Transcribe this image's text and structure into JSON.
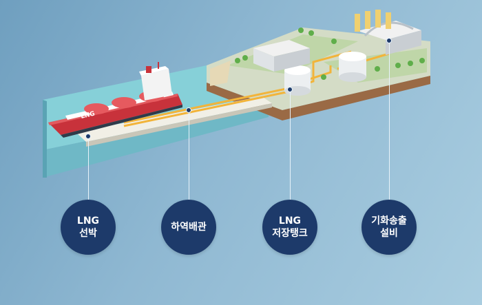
{
  "ship": {
    "hull_text": "LNG"
  },
  "callouts": [
    {
      "line1": "LNG",
      "line2": "선박"
    },
    {
      "line1": "하역배관",
      "line2": ""
    },
    {
      "line1": "LNG",
      "line2": "저장탱크"
    },
    {
      "line1": "기화송출",
      "line2": "설비"
    }
  ],
  "colors": {
    "callout_bg": "#1d3a6a",
    "ship_hull": "#c8323b",
    "pipe": "#f2b43a",
    "water": "#7ecad6",
    "land": "#cfd9c4"
  }
}
